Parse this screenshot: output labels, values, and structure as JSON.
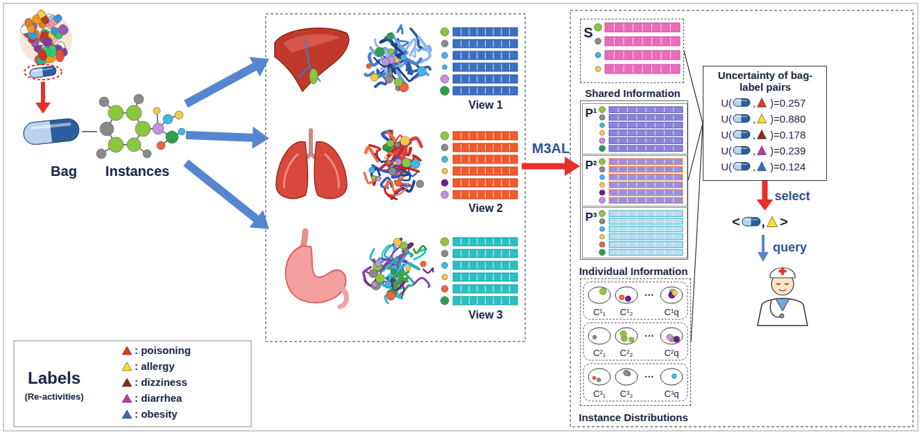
{
  "diagram": {
    "nodes": [
      {
        "text": [
          "Bag"
        ]
      },
      {
        "text": [
          "Instances"
        ]
      },
      {
        "text": [
          "View 1"
        ]
      },
      {
        "text": [
          "View 2"
        ]
      },
      {
        "text": [
          "View 3"
        ]
      },
      {
        "text": [
          "S",
          "Shared Information"
        ]
      },
      {
        "text": [
          "Individual Information"
        ]
      },
      {
        "text": [
          "P¹"
        ],
        "in": 6
      },
      {
        "text": [
          "P²"
        ],
        "in": 6
      },
      {
        "text": [
          "P³"
        ],
        "in": 6
      },
      {
        "text": [
          "Instance Distributions"
        ]
      },
      {
        "text": [
          "Uncertainty of bag-label pairs",
          "U(",
          ",",
          ")=0.257",
          "U(",
          ",",
          ")=0.880",
          "U(",
          ",",
          ")=0.178",
          "U(",
          ",",
          ")=0.239",
          "U(",
          ",",
          ")=0.124"
        ]
      },
      {
        "text": [
          "<",
          ",",
          ">"
        ]
      }
    ],
    "edges": [
      {
        "from": 0,
        "to": 1,
        "arrow": "none"
      },
      {
        "from": 1,
        "to": 2,
        "arrow": "to"
      },
      {
        "from": 1,
        "to": 3,
        "arrow": "to"
      },
      {
        "from": 1,
        "to": 4,
        "arrow": "to"
      },
      {
        "from": 3,
        "to": 6,
        "label": "M3AL",
        "arrow": "to"
      },
      {
        "from": 5,
        "to": 11,
        "arrow": "none"
      },
      {
        "from": 6,
        "to": 11,
        "arrow": "none"
      },
      {
        "from": 10,
        "to": 11,
        "arrow": "none"
      },
      {
        "from": 11,
        "to": 12,
        "label": "select",
        "arrow": "to"
      }
    ],
    "labels": [
      "C¹₁",
      "C¹₂",
      "···",
      "C¹q",
      "C²₁",
      "C²₂",
      "···",
      "C²q",
      "C³₁",
      "C³₂",
      "···",
      "C³q",
      "query",
      "Labels",
      "(Re-activities)"
    ],
    "legend": [
      {
        "text": ": poisoning",
        "color": "#e8302a"
      },
      {
        "text": ": allergy",
        "color": "#f3e21e"
      },
      {
        "text": ": dizziness",
        "color": "#8b2a1a"
      },
      {
        "text": ": diarrhea",
        "color": "#c03aa0"
      },
      {
        "text": ": obesity",
        "color": "#3a66c4"
      }
    ]
  }
}
